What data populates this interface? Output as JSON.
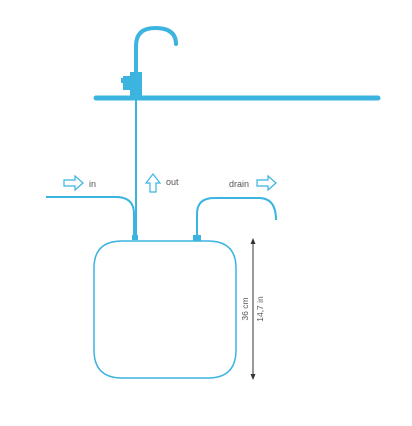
{
  "labels": {
    "in": "in",
    "out": "out",
    "drain": "drain"
  },
  "dimension": {
    "metric": "36 cm",
    "imperial": "14,7 in"
  },
  "colors": {
    "pipe": "#3bb4e0",
    "outline": "#3bb4e0",
    "text": "#555555",
    "dimension_line": "#333333"
  },
  "icons": {
    "in_arrow": "arrow-right-outline-icon",
    "out_arrow": "arrow-up-outline-icon",
    "drain_arrow": "arrow-right-outline-icon"
  }
}
